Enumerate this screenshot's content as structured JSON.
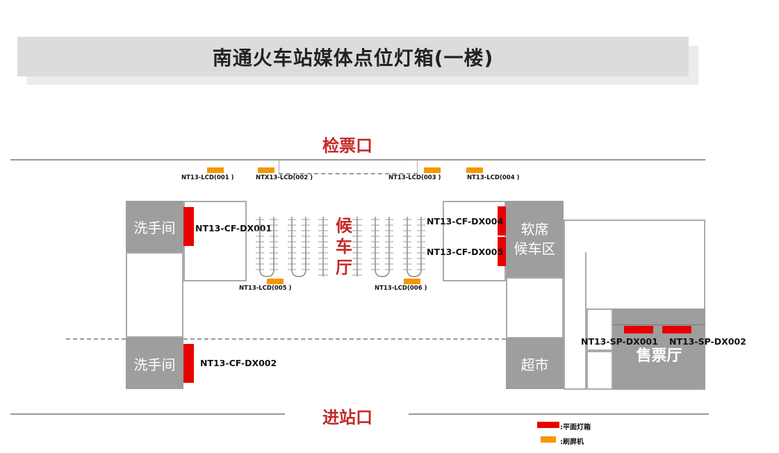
{
  "title": "南通火车站媒体点位灯箱(一楼)",
  "entrances": {
    "ticket_gate": "检票口",
    "station_entrance": "进站口"
  },
  "rooms": {
    "washroom_top": "洗手间",
    "washroom_bottom": "洗手间",
    "waiting_hall": "候车厅",
    "soft_seat_waiting_line1": "软席",
    "soft_seat_waiting_line2": "候车区",
    "supermarket": "超市",
    "ticket_hall": "售票厅"
  },
  "media_points": {
    "lcd_001": "NT13-LCD(001 )",
    "lcd_002": "NTX13-LCD(002 )",
    "lcd_003": "NT13-LCD(003 )",
    "lcd_004": "NT13-LCD(004 )",
    "lcd_005": "NT13-LCD(005 )",
    "lcd_006": "NT13-LCD(006 )",
    "cf_dx001": "NT13-CF-DX001",
    "cf_dx002": "NT13-CF-DX002",
    "cf_dx004": "NT13-CF-DX004",
    "cf_dx005": "NT13-CF-DX005",
    "sp_dx001": "NT13-SP-DX001",
    "sp_dx002": "NT13-SP-DX002"
  },
  "legend": {
    "lightbox": ":平面灯箱",
    "swipe_screen": ":刷屏机"
  },
  "colors": {
    "lightbox": "#e80000",
    "swipe_screen": "#f39800",
    "room": "#9e9e9e",
    "accent_text": "#c62828"
  }
}
